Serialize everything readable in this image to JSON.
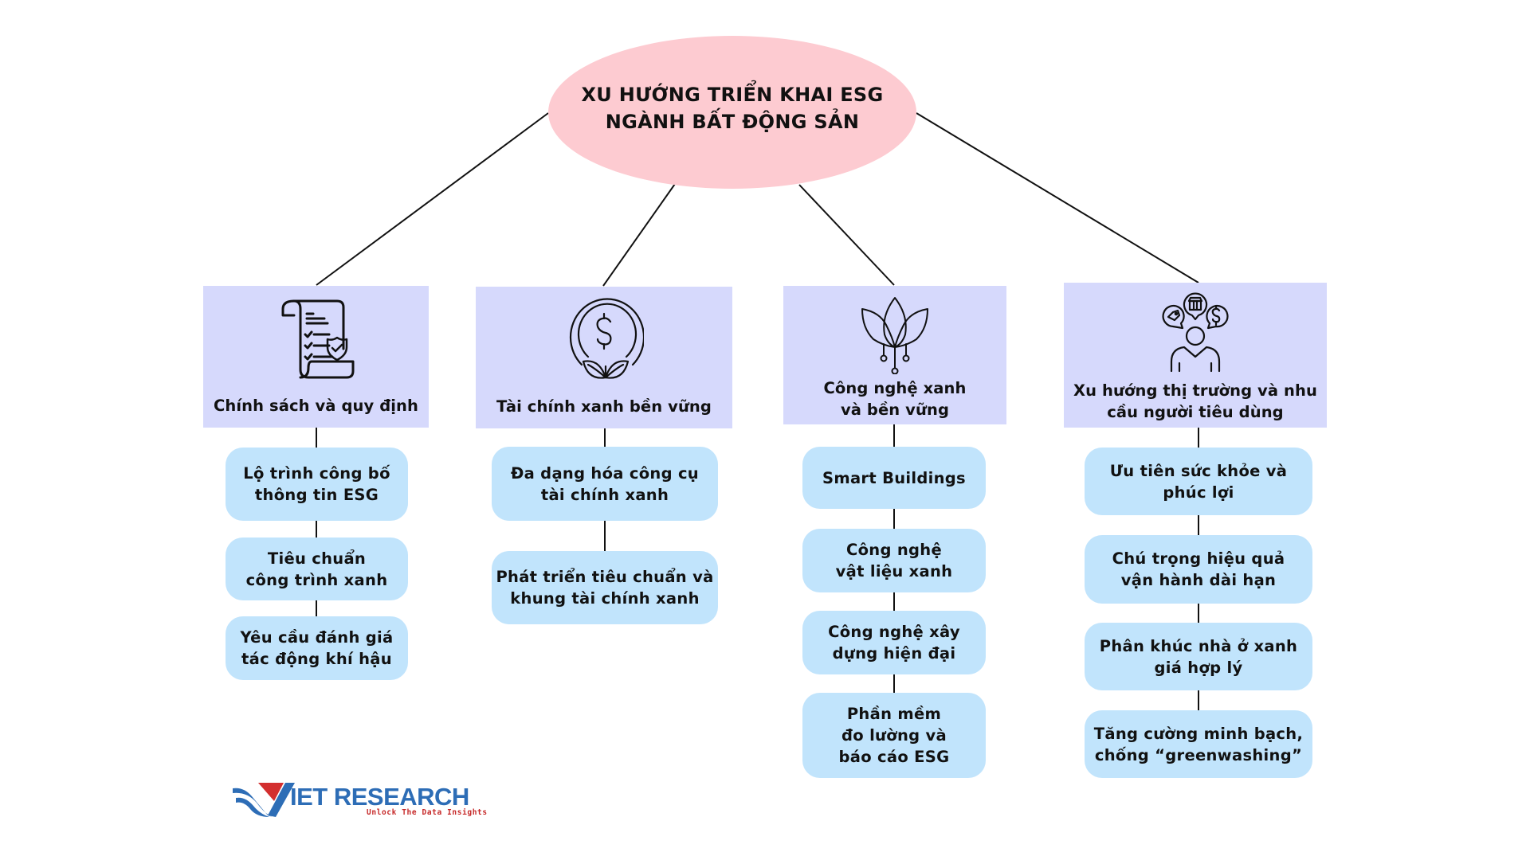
{
  "root": {
    "title_lines": [
      "XU HƯỚNG TRIỂN KHAI ESG",
      "NGÀNH BẤT ĐỘNG SẢN"
    ],
    "color": "#fdcbd1"
  },
  "colors": {
    "category_box": "#d6d9fc",
    "item_box": "#c1e4fc",
    "connector": "#111111"
  },
  "categories": [
    {
      "icon": "policy-scroll-shield-icon",
      "label_lines": [
        "Chính sách và quy định"
      ],
      "items": [
        {
          "lines": [
            "Lộ trình công bố",
            "thông tin ESG"
          ]
        },
        {
          "lines": [
            "Tiêu chuẩn",
            "công trình xanh"
          ]
        },
        {
          "lines": [
            "Yêu cầu đánh giá",
            "tác động khí hậu"
          ]
        }
      ]
    },
    {
      "icon": "green-finance-coin-icon",
      "label_lines": [
        "Tài chính xanh bền vững"
      ],
      "items": [
        {
          "lines": [
            "Đa dạng hóa công cụ",
            "tài chính xanh"
          ]
        },
        {
          "lines": [
            "Phát triển tiêu chuẩn và",
            "khung tài chính xanh"
          ]
        }
      ]
    },
    {
      "icon": "green-tech-leaf-circuit-icon",
      "label_lines": [
        "Công nghệ xanh",
        "và bền vững"
      ],
      "items": [
        {
          "lines": [
            "Smart Buildings"
          ]
        },
        {
          "lines": [
            "Công nghệ",
            "vật liệu xanh"
          ]
        },
        {
          "lines": [
            "Công nghệ xây",
            "dựng hiện đại"
          ]
        },
        {
          "lines": [
            "Phần mềm",
            "đo lường và",
            "báo cáo ESG"
          ]
        }
      ]
    },
    {
      "icon": "consumer-market-trends-icon",
      "label_lines": [
        "Xu hướng thị trường và nhu",
        "cầu người tiêu dùng"
      ],
      "items": [
        {
          "lines": [
            "Ưu tiên sức khỏe và",
            "phúc lợi"
          ]
        },
        {
          "lines": [
            "Chú trọng hiệu quả",
            "vận hành dài hạn"
          ]
        },
        {
          "lines": [
            "Phân khúc nhà ở xanh",
            "giá hợp lý"
          ]
        },
        {
          "lines": [
            "Tăng cường minh bạch,",
            "chống “greenwashing”"
          ]
        }
      ]
    }
  ],
  "logo": {
    "name": "IET RESEARCH",
    "brand_initial": "V",
    "tagline": "Unlock The Data Insights",
    "blue": "#2d6db6",
    "red": "#d32f2f"
  }
}
